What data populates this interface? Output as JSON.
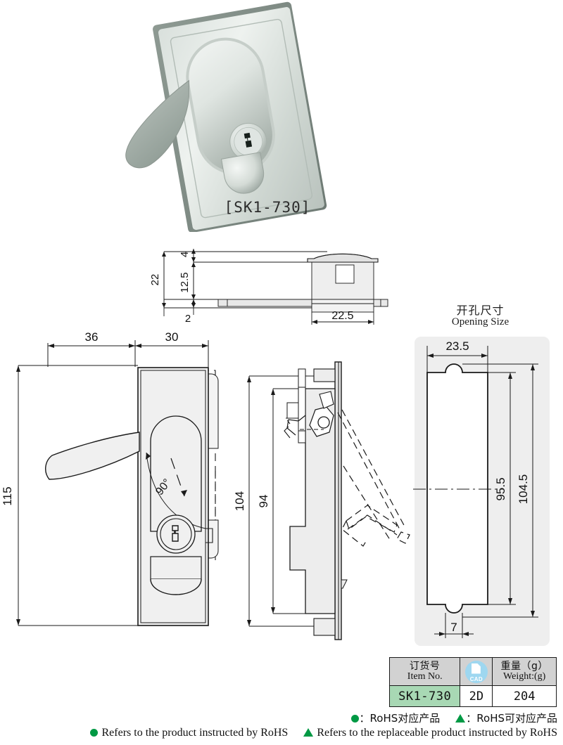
{
  "product": {
    "caption": "[SK1-730]",
    "code": "SK1-730"
  },
  "opening_size": {
    "title_cn": "开孔尺寸",
    "title_en": "Opening Size",
    "dims": {
      "width": "23.5",
      "inner_height": "95.5",
      "outer_height": "104.5",
      "notch_width": "7"
    }
  },
  "top_view": {
    "dims": {
      "total_height": "22",
      "body_height": "12.5",
      "cap_height": "4",
      "plate_thickness": "2",
      "depth": "22.5"
    }
  },
  "front_view": {
    "dims": {
      "handle_length": "36",
      "body_width": "30",
      "total_height": "115",
      "angle": "90°"
    }
  },
  "side_view": {
    "dims": {
      "overall": "104",
      "inner": "94"
    }
  },
  "table": {
    "headers": {
      "item_cn": "订货号",
      "item_en": "Item No.",
      "cad_icon": "cad-document-icon",
      "cad_label": "CAD",
      "weight_cn": "重量（g）",
      "weight_en": "Weight:(g)"
    },
    "row": {
      "item_no": "SK1-730",
      "cad": "2D",
      "weight": "204"
    }
  },
  "legend": {
    "cn_circle": "：RoHS对应产品",
    "cn_triangle": "：RoHS可对应产品",
    "en_circle": "Refers to the product instructed by RoHS",
    "en_triangle": "Refers to the replaceable product instructed by RoHS",
    "marker_color": "#009944"
  },
  "colors": {
    "line": "#1a1a1a",
    "fill_light": "#f0f0f0",
    "panel_bg": "#eeeeee",
    "table_header_bg": "#d2d2d2",
    "item_bg": "#a8d8b4",
    "cad_badge_bg": "#9ed7f0"
  }
}
